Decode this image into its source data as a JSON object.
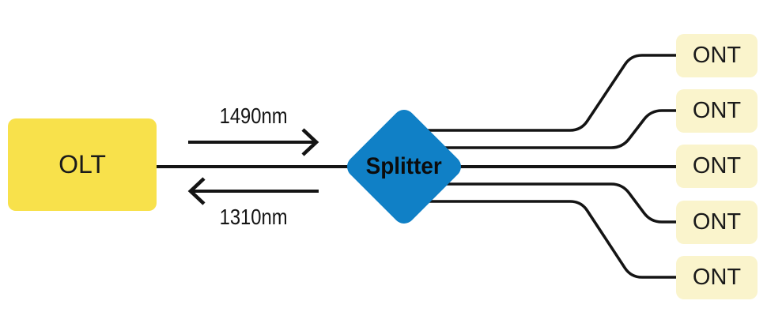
{
  "nodes": {
    "olt": {
      "label": "OLT"
    },
    "splitter": {
      "label": "Splitter"
    },
    "onts": [
      {
        "label": "ONT"
      },
      {
        "label": "ONT"
      },
      {
        "label": "ONT"
      },
      {
        "label": "ONT"
      },
      {
        "label": "ONT"
      }
    ]
  },
  "wavelengths": {
    "downstream": {
      "label": "1490nm",
      "direction": "right"
    },
    "upstream": {
      "label": "1310nm",
      "direction": "left"
    }
  },
  "colors": {
    "olt-fill": "#f8e14b",
    "ont-fill": "#faf4cc",
    "splitter-fill": "#1080c6",
    "line": "#141414",
    "text": "#1a1a1a"
  }
}
